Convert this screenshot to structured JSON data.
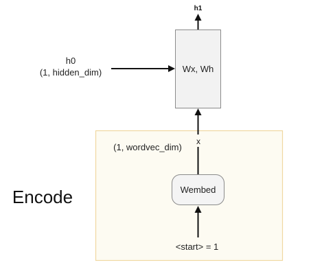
{
  "nodes": {
    "output_label": "h1",
    "rnn_cell_label": "Wx, Wh",
    "hidden_input_label": "h0",
    "hidden_input_shape": "(1, hidden_dim)",
    "embed_output_label": "x",
    "embed_output_shape": "(1, wordvec_dim)",
    "embed_layer_label": "Wembed",
    "token_input_label": "<start> = 1",
    "encode_section_label": "Encode"
  },
  "colors": {
    "cell_fill": "#f2f2f2",
    "cell_border": "#8a8a8a",
    "encode_fill": "#fdfbf2",
    "encode_border": "#f0d8a0",
    "embed_fill": "#f4f4f4",
    "embed_border": "#8a8a8a",
    "arrow": "#111111"
  }
}
